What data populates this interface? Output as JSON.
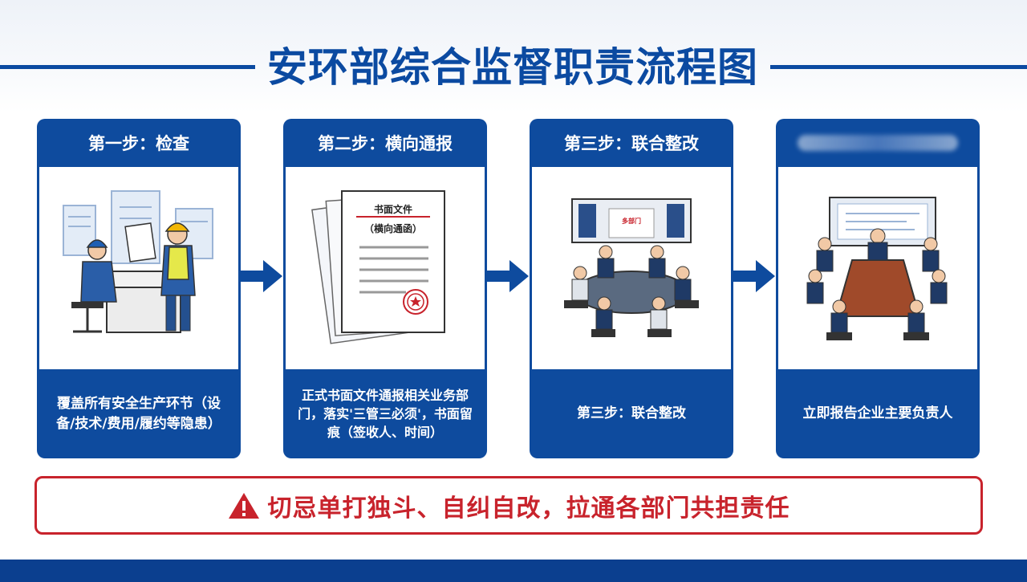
{
  "title": "安环部综合监督职责流程图",
  "steps": [
    {
      "header": "第一步：检查",
      "description": "覆盖所有安全生产环节（设备/技术/费用/履约等隐患）"
    },
    {
      "header": "第二步：横向通报",
      "description": "正式书面文件通报相关业务部门，落实'三管三必须'，书面留痕（签收人、时间）",
      "doc_title": "书面文件",
      "doc_subtitle": "（横向通函）"
    },
    {
      "header": "第三步：联合整改",
      "description": "第三步：联合整改",
      "screen_label": "多部门"
    },
    {
      "header": "",
      "description": "立即报告企业主要负责人"
    }
  ],
  "warning": {
    "icon": "warning-triangle-icon",
    "text": "切忌单打独斗、自纠自改，拉通各部门共担责任"
  },
  "colors": {
    "primary": "#0b4aa1",
    "card": "#0e4b9e",
    "alert": "#c8232c"
  }
}
